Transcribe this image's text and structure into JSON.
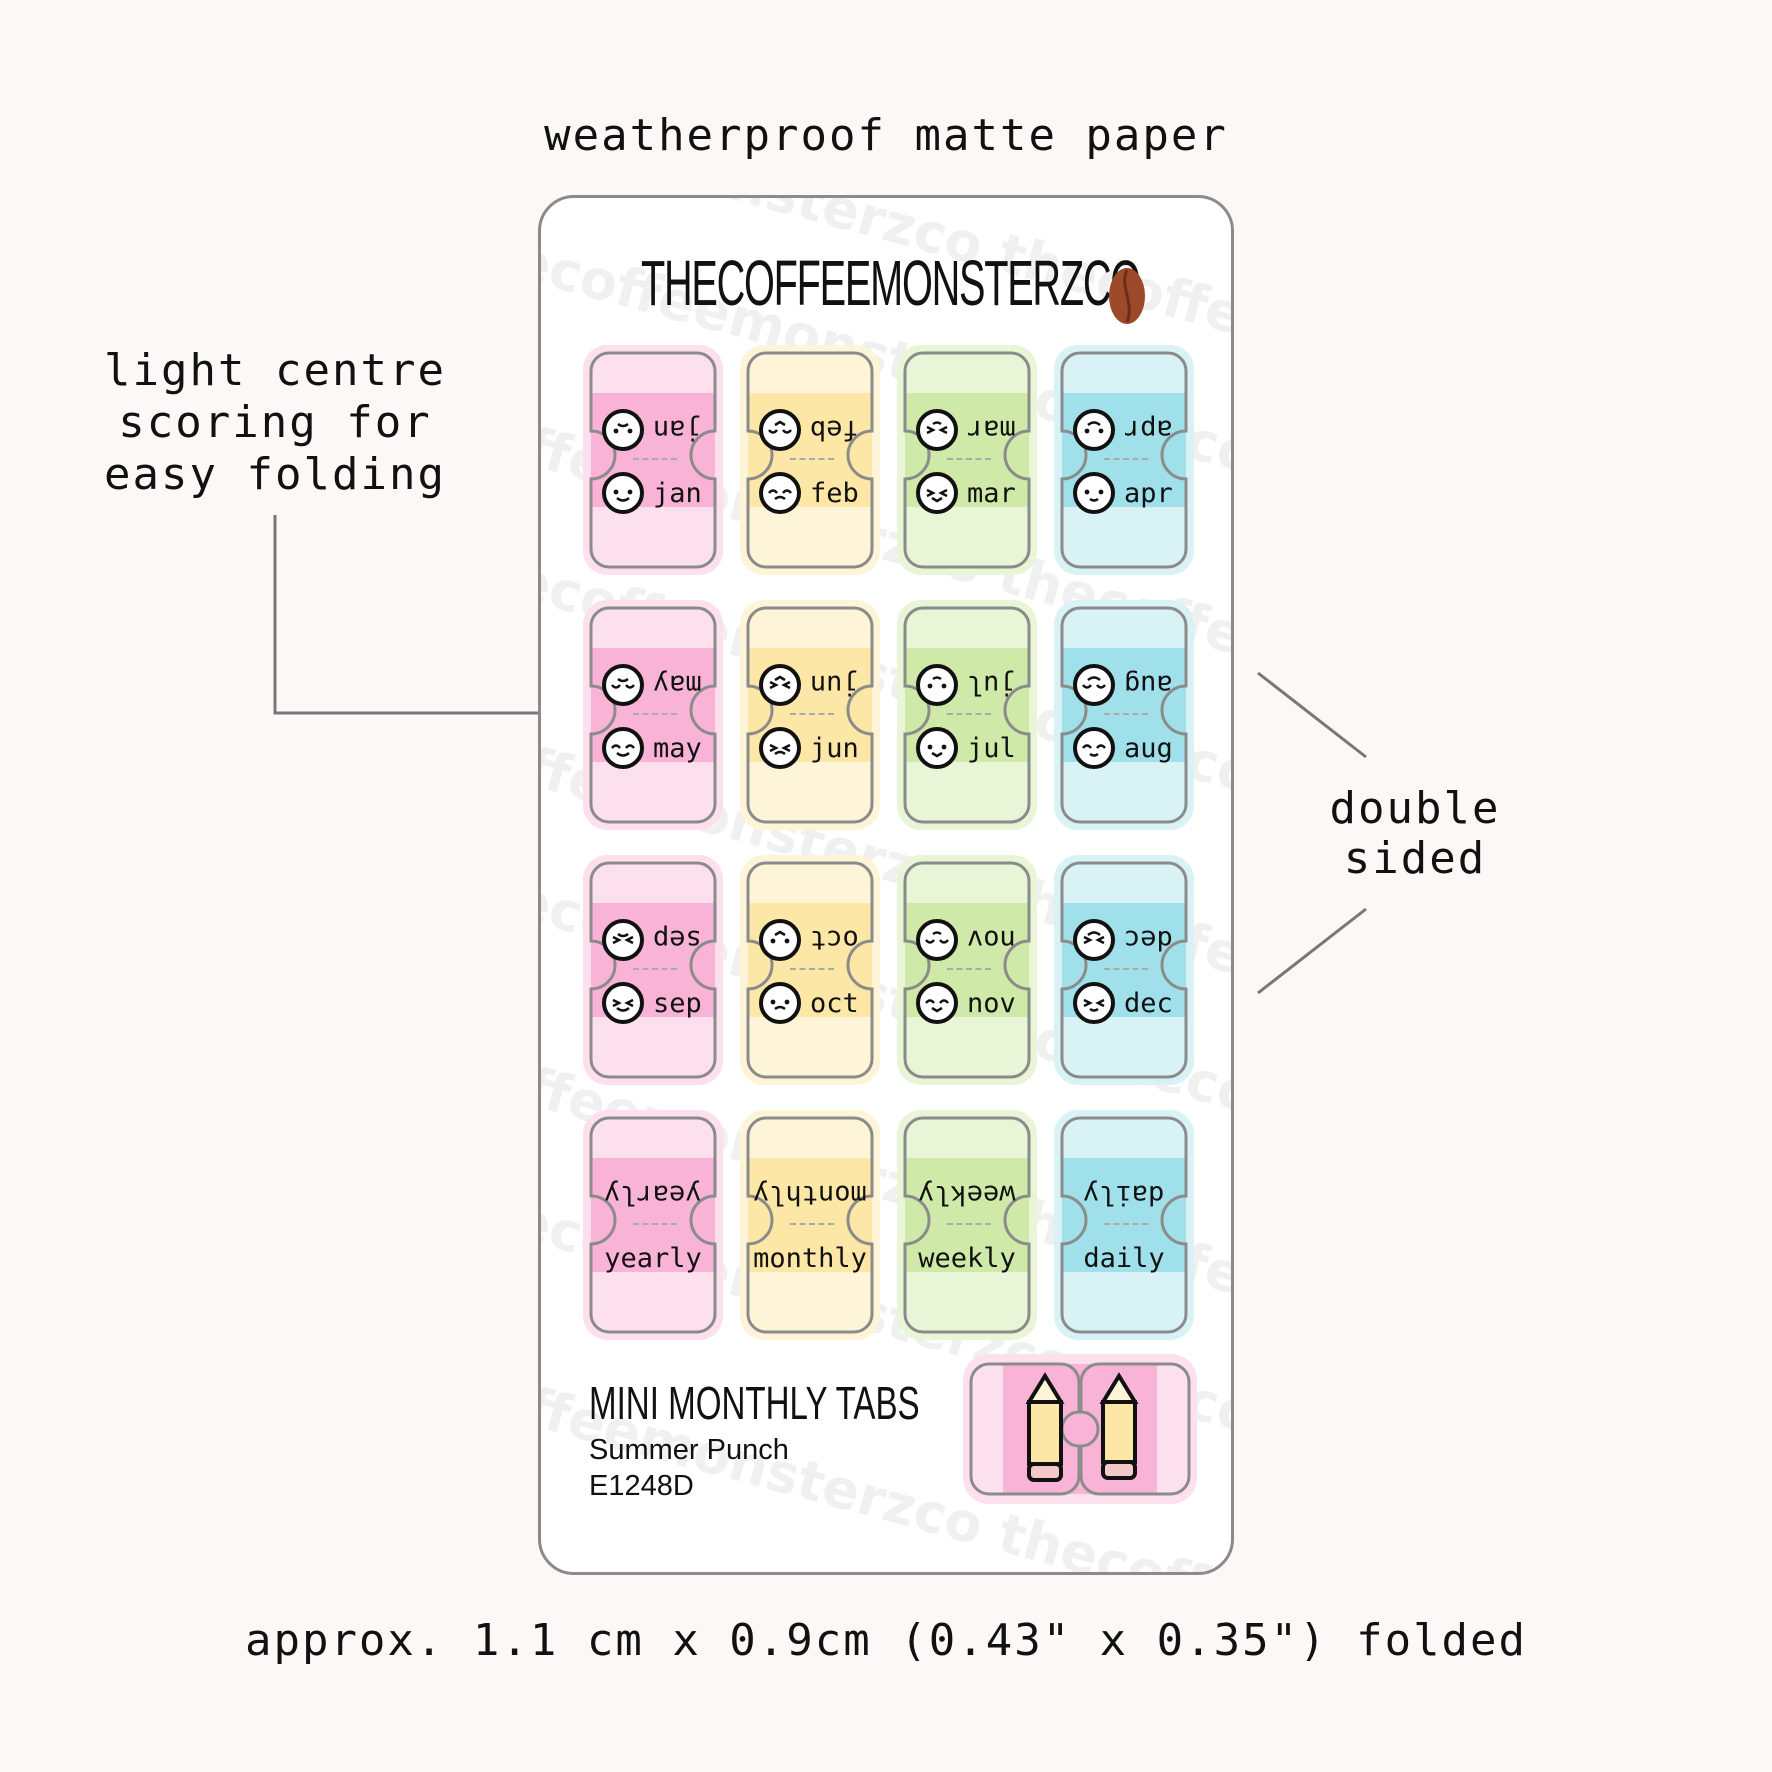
{
  "top_caption": "weatherproof matte paper",
  "left_note": "light centre\nscoring for\neasy folding",
  "right_note": "double\nsided",
  "bottom_caption": "approx. 1.1 cm x 0.9cm (0.43\" x 0.35\") folded",
  "brand": "THECOFFEEMONSTERZCO",
  "watermark": "thecoffeemonsterzco",
  "product": {
    "title": "MINI MONTHLY TABS",
    "subtitle": "Summer Punch",
    "code": "E1248D"
  },
  "colors": {
    "pink": "#f9b3d6",
    "pink_light": "#fde0ee",
    "yellow": "#fde7a6",
    "yellow_light": "#fef5d8",
    "green": "#cfe9a9",
    "green_light": "#e8f5d6",
    "blue": "#9fe0ea",
    "blue_light": "#d9f2f6",
    "outline": "#8b8b8b",
    "bean": "#9c4a2a"
  },
  "tabs": [
    {
      "label": "jan",
      "color": "pink"
    },
    {
      "label": "feb",
      "color": "yellow"
    },
    {
      "label": "mar",
      "color": "green"
    },
    {
      "label": "apr",
      "color": "blue"
    },
    {
      "label": "may",
      "color": "pink"
    },
    {
      "label": "jun",
      "color": "yellow"
    },
    {
      "label": "jul",
      "color": "green"
    },
    {
      "label": "aug",
      "color": "blue"
    },
    {
      "label": "sep",
      "color": "pink"
    },
    {
      "label": "oct",
      "color": "yellow"
    },
    {
      "label": "nov",
      "color": "green"
    },
    {
      "label": "dec",
      "color": "blue"
    },
    {
      "label": "yearly",
      "color": "pink"
    },
    {
      "label": "monthly",
      "color": "yellow"
    },
    {
      "label": "weekly",
      "color": "green"
    },
    {
      "label": "daily",
      "color": "blue"
    }
  ],
  "icons": {
    "bean": "coffee-bean-icon",
    "face": "kawaii-face-icon",
    "pencil": "pencil-icon"
  }
}
